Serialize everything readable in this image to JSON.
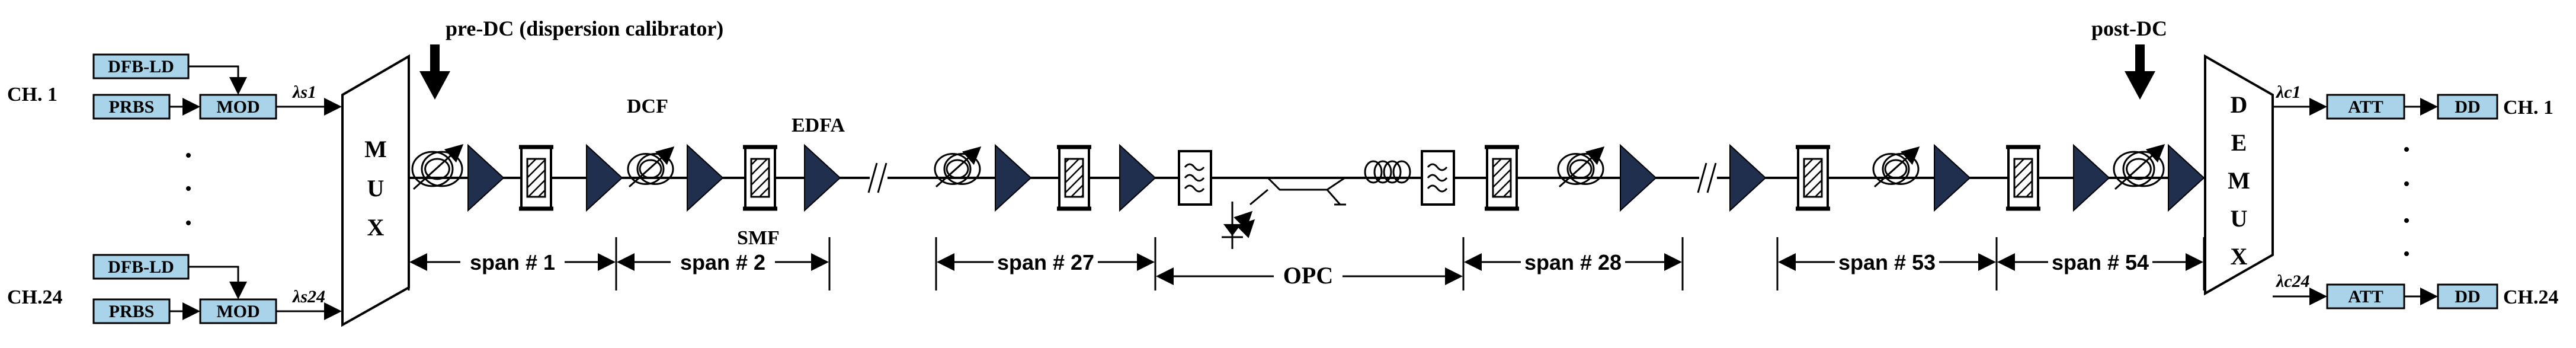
{
  "diagram": {
    "tx": {
      "ch1_label": "CH. 1",
      "ch24_label": "CH.24",
      "laser_label": "DFB-LD",
      "prbs_label": "PRBS",
      "mod_label": "MOD",
      "lambda_s1": "λs1",
      "lambda_s24": "λs24"
    },
    "mux": {
      "letters": [
        "M",
        "U",
        "X"
      ]
    },
    "demux": {
      "letters": [
        "D",
        "E",
        "M",
        "U",
        "X"
      ]
    },
    "rx": {
      "ch1_label": "CH. 1",
      "ch24_label": "CH.24",
      "att_label": "ATT",
      "dd_label": "DD",
      "lambda_c1": "λc1",
      "lambda_c24": "λc24"
    },
    "labels": {
      "pre_dc": "pre-DC (dispersion calibrator)",
      "post_dc": "post-DC",
      "dcf": "DCF",
      "edfa": "EDFA",
      "smf": "SMF",
      "opc": "OPC"
    },
    "spans": [
      "span # 1",
      "span # 2",
      "span # 27",
      "span # 28",
      "span # 53",
      "span # 54"
    ],
    "colors": {
      "box_fill": "#a9d3e8",
      "amplifier": "#1f2f4d"
    }
  }
}
